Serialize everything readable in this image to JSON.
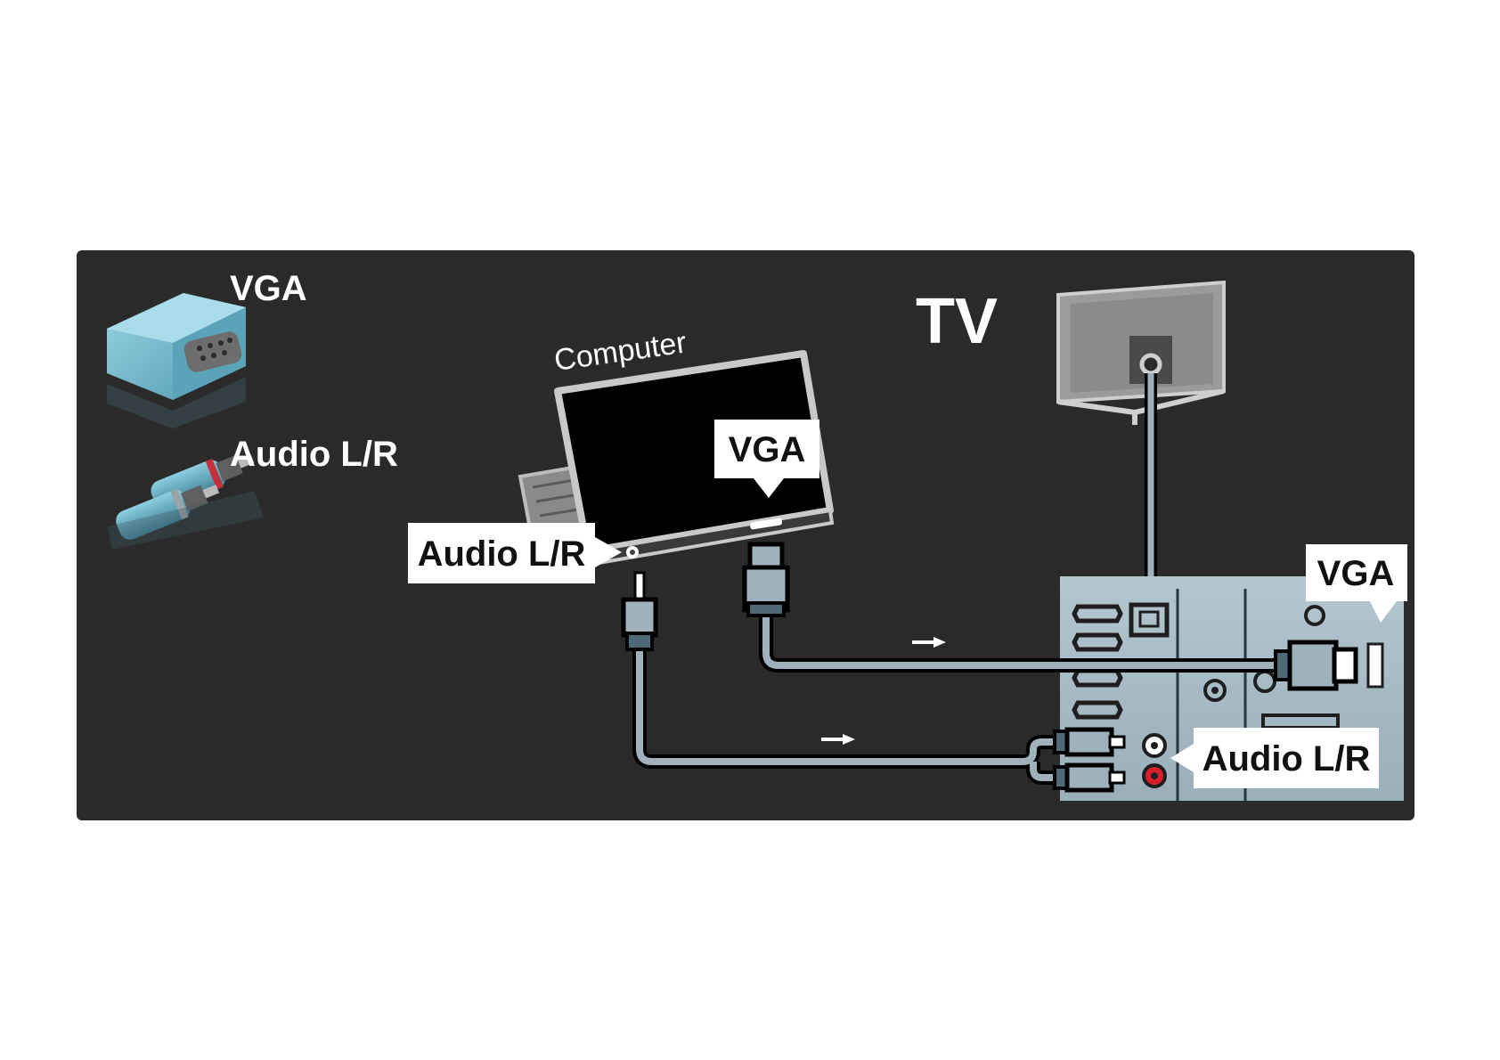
{
  "legend": {
    "vga_label": "VGA",
    "audio_label": "Audio L/R"
  },
  "computer": {
    "title": "Computer",
    "vga_callout": "VGA",
    "audio_callout": "Audio L/R"
  },
  "tv": {
    "title": "TV",
    "vga_callout": "VGA",
    "audio_callout": "Audio L/R"
  },
  "colors": {
    "panel_bg": "#2a2a2a",
    "cable": "#9fb2bc",
    "tv_panel": "#a9bcc6",
    "callout_bg": "#ffffff",
    "connector_blue": "#7ec6d8",
    "audio_red": "#d81e2a"
  }
}
